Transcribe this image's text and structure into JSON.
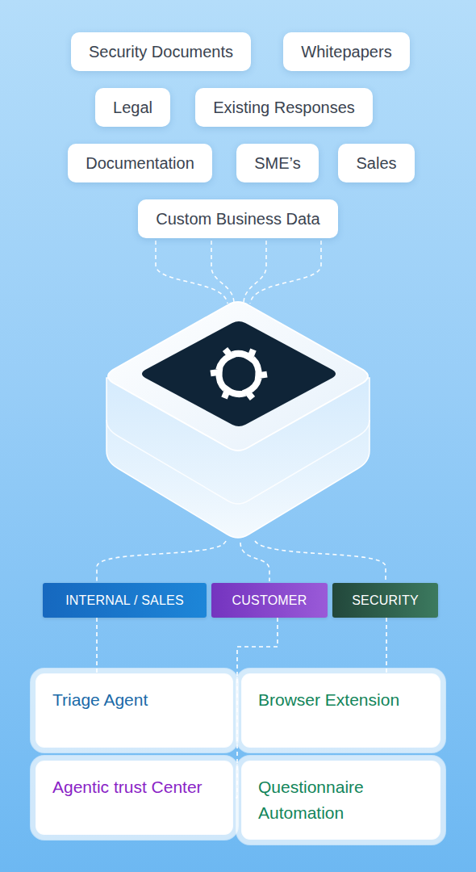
{
  "diagram": {
    "nodes": [
      {
        "text": [
          "Security Documents"
        ]
      },
      {
        "text": [
          "Whitepapers"
        ]
      },
      {
        "text": [
          "Legal"
        ]
      },
      {
        "text": [
          "Existing Responses"
        ]
      },
      {
        "text": [
          "Documentation"
        ]
      },
      {
        "text": [
          "SME’s"
        ]
      },
      {
        "text": [
          "Sales"
        ]
      },
      {
        "text": [
          "Custom Business Data"
        ]
      },
      {
        "text": [
          "INTERNAL / SALES"
        ]
      },
      {
        "text": [
          "CUSTOMER"
        ]
      },
      {
        "text": [
          "SECURITY"
        ]
      },
      {
        "text": [
          "Triage Agent"
        ]
      },
      {
        "text": [
          "Browser Extension"
        ]
      },
      {
        "text": [
          "Agentic trust Center"
        ]
      },
      {
        "text": [
          "Questionnaire Automation"
        ]
      }
    ],
    "edges": [
      {
        "from": 8,
        "to": 11,
        "arrow": "none"
      },
      {
        "from": 9,
        "to": 13,
        "arrow": "none"
      },
      {
        "from": 10,
        "to": 12,
        "arrow": "none"
      }
    ]
  }
}
